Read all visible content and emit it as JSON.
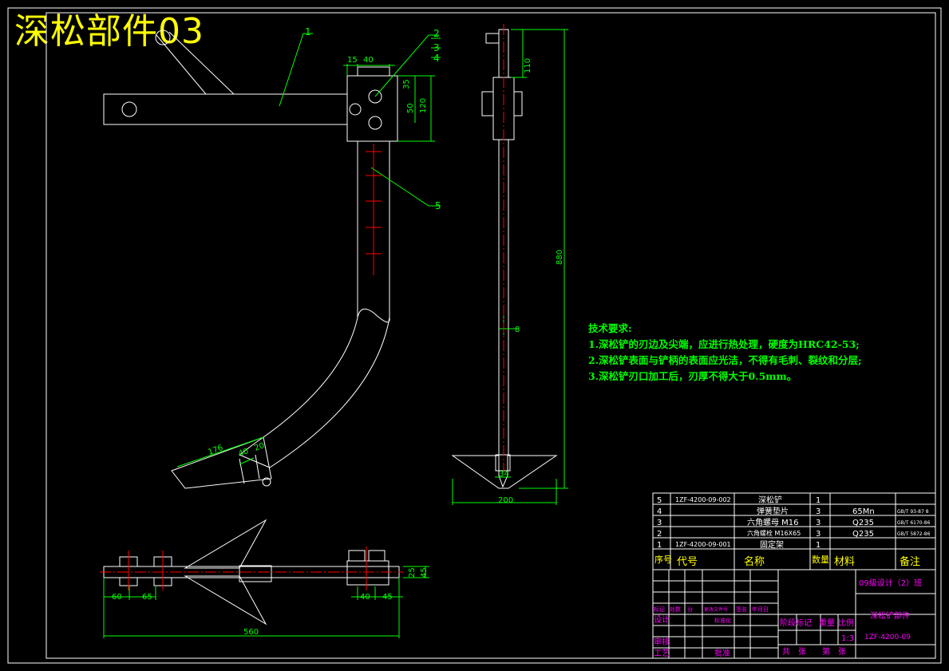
{
  "title": "深松部件03",
  "leaders": {
    "n1": "1",
    "n2": "2",
    "n3": "3",
    "n4": "4",
    "n5": "5"
  },
  "dims": {
    "d15": "15",
    "d40a": "40",
    "d35": "35",
    "d50": "50",
    "d120": "120",
    "d110": "110",
    "d880": "880",
    "d8": "8",
    "d34": "34",
    "d200": "200",
    "d176": "176",
    "d40b": "40",
    "d20": "20",
    "d60": "60",
    "d65": "65",
    "d40c": "40",
    "d45a": "45",
    "d25": "25",
    "d45b": "45",
    "d560": "560"
  },
  "notes": {
    "heading": "技术要求:",
    "lines": [
      "1.深松铲的刃边及尖端，应进行热处理，硬度为HRC42-53;",
      "2.深松铲表面与铲柄的表面应光洁，不得有毛刺、裂纹和分层;",
      "3.深松铲刃口加工后，刃厚不得大于0.5mm。"
    ]
  },
  "parts": {
    "rows": [
      {
        "no": "5",
        "code": "1ZF-4200-09-002",
        "name": "深松铲",
        "qty": "1",
        "material": "",
        "note": ""
      },
      {
        "no": "4",
        "code": "",
        "name": "弹簧垫片",
        "qty": "3",
        "material": "65Mn",
        "note": "GB/T 93-87 8"
      },
      {
        "no": "3",
        "code": "",
        "name": "六角螺母 M16",
        "qty": "3",
        "material": "Q235",
        "note": "GB/T 6170-86"
      },
      {
        "no": "2",
        "code": "",
        "name": "六角螺栓 M16X65",
        "qty": "3",
        "material": "Q235",
        "note": "GB/T 5872-86"
      },
      {
        "no": "1",
        "code": "1ZF-4200-09-001",
        "name": "固定架",
        "qty": "1",
        "material": "",
        "note": ""
      }
    ],
    "header": {
      "no": "序号",
      "code": "代号",
      "name": "名称",
      "qty": "数量",
      "material": "材料",
      "note": "备注"
    }
  },
  "titleblock": {
    "project": "09级设计（2）班",
    "drawing_name": "深松铲部件",
    "drawing_no": "1ZF-4200-09",
    "scale": "1:3",
    "stage_label": "阶段标记",
    "weight_label": "重量",
    "scale_label": "比例",
    "sheets": "共　张　　第　张",
    "r1": [
      "标记",
      "处数",
      "分",
      "更改文件号",
      "签名",
      "年月日"
    ],
    "design": "设计",
    "standard": "标准化",
    "review": "审核",
    "process": "工艺",
    "approve": "批准"
  }
}
